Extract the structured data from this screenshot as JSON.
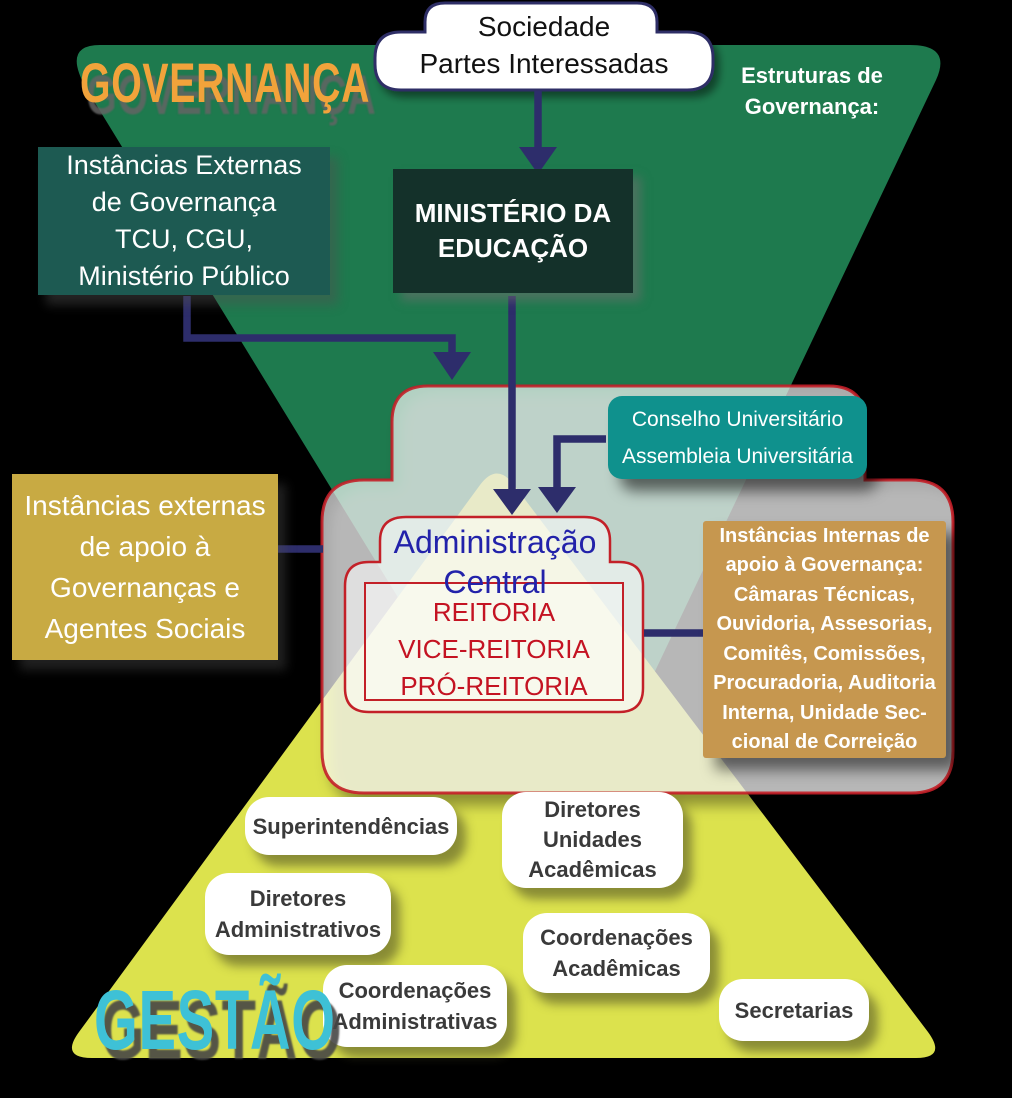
{
  "titles": {
    "governanca": "GOVERNANÇA",
    "gestao": "GESTÃO",
    "estruturas": "Estruturas de\nGovernança:"
  },
  "boxes": {
    "sociedade": "Sociedade\nPartes Interessadas",
    "ministerio": "MINISTÉRIO DA\nEDUCAÇÃO",
    "instancias_externas_governanca": "Instâncias Externas\nde Governança\nTCU, CGU,\nMinistério Público",
    "conselho": "Conselho Universitário\nAssembleia Universitária",
    "instancias_externas_apoio": "Instâncias externas\nde apoio à\nGovernanças e\nAgentes Sociais",
    "admin_central": "Administração\nCentral",
    "reitoria": "REITORIA\nVICE-REITORIA\nPRÓ-REITORIA",
    "instancias_internas": "Instâncias Internas de\napoio à Governança:\nCâmaras Técnicas,\nOuvidoria, Assesorias,\nComitês, Comissões,\nProcuradoria, Auditoria\nInterna, Unidade Sec-\ncional de Correição"
  },
  "gestao_boxes": [
    "Superintendências",
    "Diretores\nUnidades\nAcadêmicas",
    "Diretores\nAdministrativos",
    "Coordenações\nAcadêmicas",
    "Coordenações\nAdministrativas",
    "Secretarias"
  ],
  "colors": {
    "green": "#1e7a4e",
    "yellow": "#dce24d",
    "navy": "#2d2d6b",
    "red_border": "#c32028",
    "teal_dark": "#1d5a52",
    "teal": "#0f918d",
    "gold": "#c8aa43",
    "tan": "#c6974f",
    "dark_green_box": "#14312a",
    "blue_title": "#2222aa",
    "red_title": "#c41322",
    "orange": "#f1a33b",
    "cyan": "#3ec1d6"
  }
}
